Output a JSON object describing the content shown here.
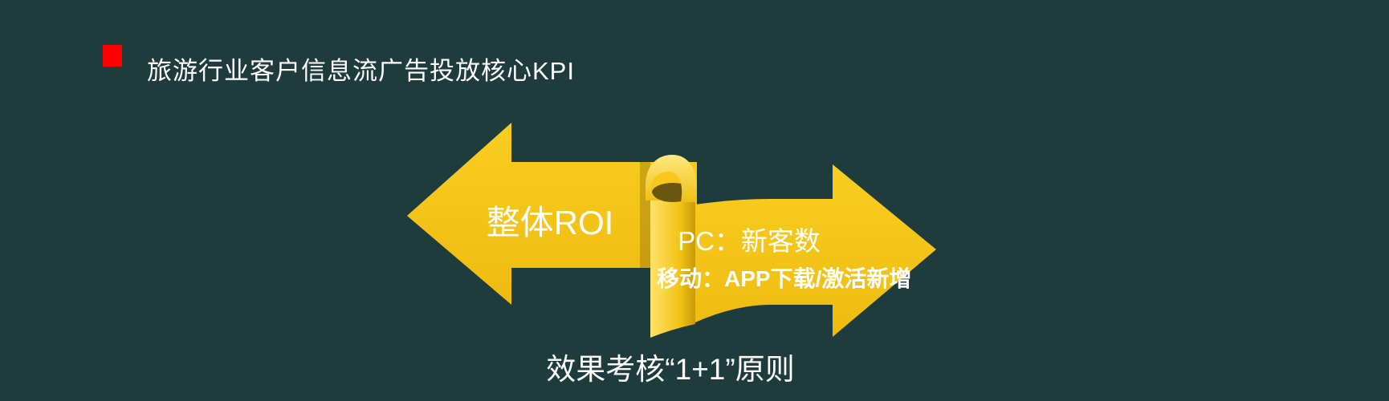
{
  "slide": {
    "background_color": "#1F3C3D",
    "accent_red": "#FF0000",
    "arrow_yellow": "#F3C416",
    "curl_shadow": "#6A560E",
    "text_color": "#FFFFFF",
    "title": "旅游行业客户信息流广告投放核心KPI",
    "diagram": {
      "left_arrow_label": "整体ROI",
      "right_arrow_line1": "PC：新客数",
      "right_arrow_line2": "移动：APP下载/激活新增",
      "caption": "效果考核“1+1”原则"
    }
  }
}
